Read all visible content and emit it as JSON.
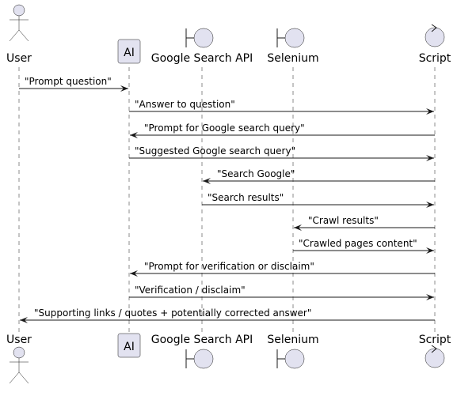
{
  "participants": [
    {
      "id": "user",
      "label": "User",
      "kind": "actor"
    },
    {
      "id": "ai",
      "label": "AI",
      "kind": "participant"
    },
    {
      "id": "gapi",
      "label": "Google Search API",
      "kind": "boundary"
    },
    {
      "id": "selenium",
      "label": "Selenium",
      "kind": "boundary"
    },
    {
      "id": "script",
      "label": "Script",
      "kind": "control"
    }
  ],
  "messages": [
    {
      "from": "user",
      "to": "ai",
      "text": "\"Prompt question\""
    },
    {
      "from": "ai",
      "to": "script",
      "text": "\"Answer to question\""
    },
    {
      "from": "script",
      "to": "ai",
      "text": "\"Prompt for Google search query\""
    },
    {
      "from": "ai",
      "to": "script",
      "text": "\"Suggested Google search query\""
    },
    {
      "from": "script",
      "to": "gapi",
      "text": "\"Search Google\""
    },
    {
      "from": "gapi",
      "to": "script",
      "text": "\"Search results\""
    },
    {
      "from": "script",
      "to": "selenium",
      "text": "\"Crawl results\""
    },
    {
      "from": "selenium",
      "to": "script",
      "text": "\"Crawled pages content\""
    },
    {
      "from": "script",
      "to": "ai",
      "text": "\"Prompt for verification or disclaim\""
    },
    {
      "from": "ai",
      "to": "script",
      "text": "\"Verification / disclaim\""
    },
    {
      "from": "script",
      "to": "user",
      "text": "\"Supporting links / quotes + potentially corrected answer\""
    }
  ],
  "colors": {
    "shape_fill": "#E2E2F0",
    "line": "#181818",
    "text": "#000000"
  }
}
